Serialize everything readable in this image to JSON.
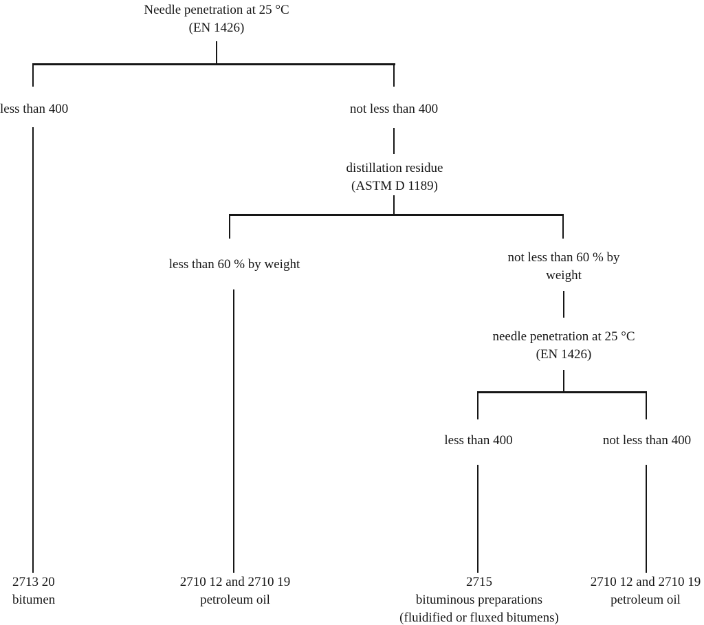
{
  "page": {
    "background_color": "#ffffff",
    "ink_color": "#161616"
  },
  "flowchart": {
    "root": {
      "line1": "Needle penetration at 25 °C",
      "line2": "(EN 1426)"
    },
    "level1": {
      "left_label": "less than 400",
      "right_label": "not less than 400"
    },
    "distillation": {
      "line1": "distillation residue",
      "line2": "(ASTM D 1189)"
    },
    "level2": {
      "left_label": "less than 60 % by weight",
      "right_label_line1": "not less than 60 % by",
      "right_label_line2": "weight"
    },
    "needle2": {
      "line1": "needle penetration at 25 °C",
      "line2": "(EN 1426)"
    },
    "level3": {
      "left_label": "less than 400",
      "right_label": "not less than 400"
    },
    "results": {
      "bitumen": {
        "line1": "2713 20",
        "line2": "bitumen"
      },
      "petroleum_left": {
        "line1": "2710 12 and 2710 19",
        "line2": "petroleum oil"
      },
      "bituminous": {
        "line1": "2715",
        "line2": "bituminous preparations",
        "line3": "(fluidified or fluxed bitumens)"
      },
      "petroleum_right": {
        "line1": "2710 12 and 2710 19",
        "line2": "petroleum oil"
      }
    }
  }
}
